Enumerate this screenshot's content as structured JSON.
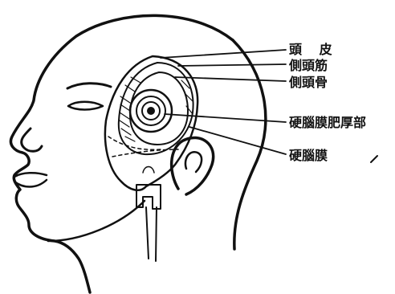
{
  "figure": {
    "labels": {
      "scalp": "頭 皮",
      "temporal_muscle": "側頭筋",
      "temporal_bone": "側頭骨",
      "dura_thickening": "硬腦膜肥厚部",
      "dura_mater": "硬腦膜"
    }
  },
  "colors": {
    "ink": "#111111",
    "background": "#ffffff"
  }
}
